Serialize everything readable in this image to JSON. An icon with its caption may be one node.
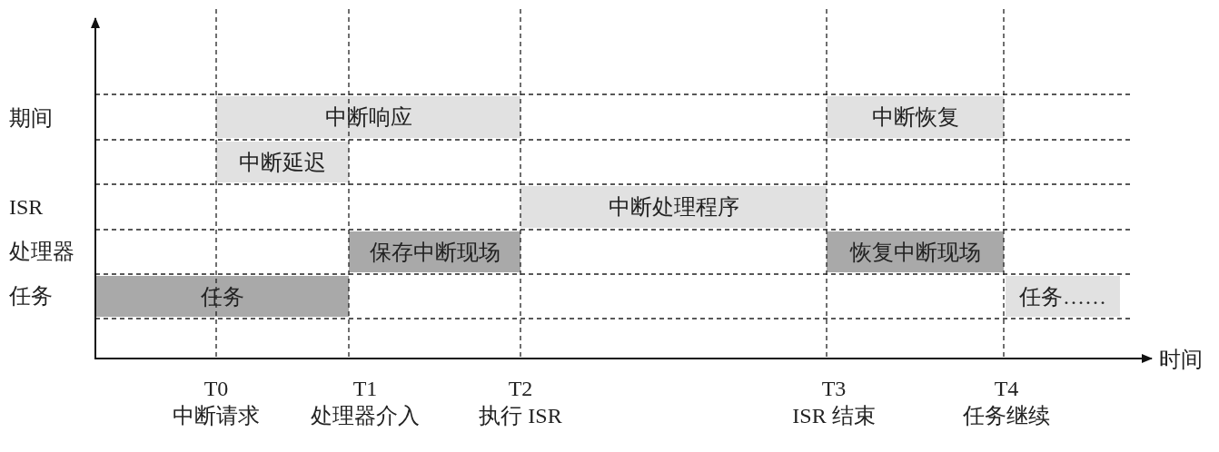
{
  "diagram": {
    "nodes": [
      {
        "text": [
          "中断响应"
        ]
      },
      {
        "text": [
          "中断恢复"
        ]
      },
      {
        "text": [
          "中断延迟"
        ]
      },
      {
        "text": [
          "中断处理程序"
        ]
      },
      {
        "text": [
          "保存中断现场"
        ]
      },
      {
        "text": [
          "恢复中断现场"
        ]
      },
      {
        "text": [
          "任务"
        ]
      },
      {
        "text": [
          "任务……"
        ]
      }
    ],
    "labels": [
      "期间",
      "ISR",
      "处理器",
      "任务",
      "时间",
      "T0",
      "中断请求",
      "T1",
      "处理器介入",
      "T2",
      "执行 ISR",
      "T3",
      "ISR 结束",
      "T4",
      "任务继续"
    ]
  }
}
